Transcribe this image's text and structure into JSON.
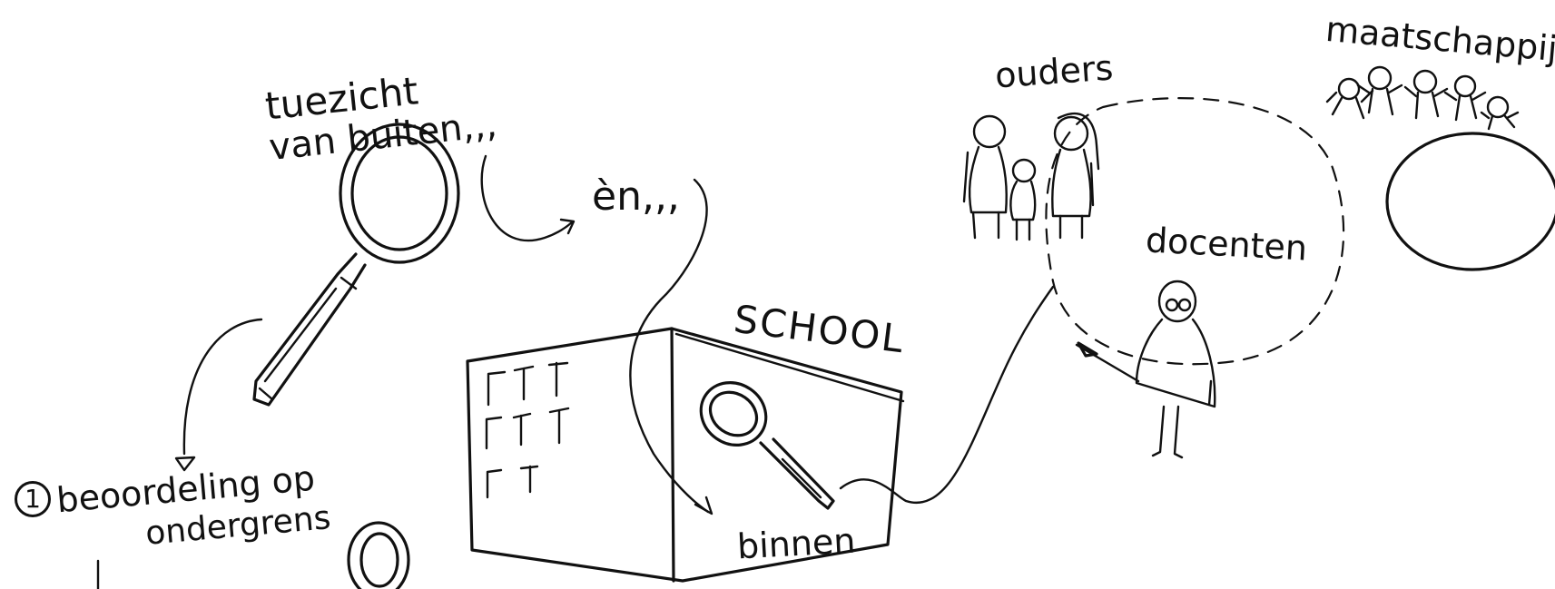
{
  "labels": {
    "tuezicht_line1": "tuezicht",
    "tuezicht_line2": "van buiten,,,",
    "en": "èn,,,",
    "beoordeling_num": "1",
    "beoordeling_line1": "beoordeling op",
    "beoordeling_line2": "ondergrens",
    "school": "SCHOOL",
    "binnen": "binnen",
    "ouders": "ouders",
    "docenten": "docenten",
    "maatschappij": "maatschappij"
  },
  "colors": {
    "ink": "#111111",
    "paper": "#ffffff"
  }
}
